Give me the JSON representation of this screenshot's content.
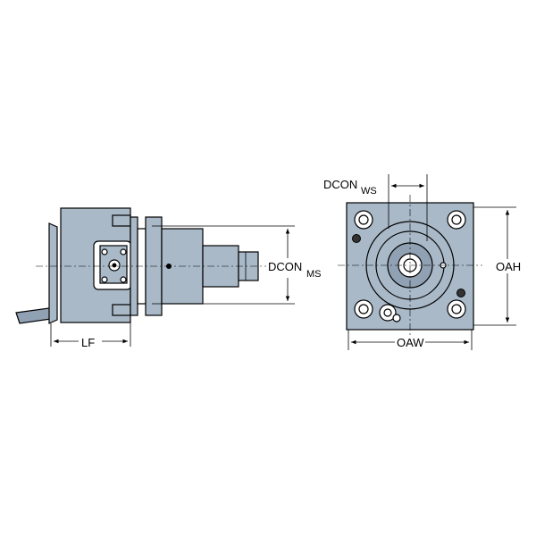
{
  "labels": {
    "lf": "LF",
    "dcon_ms_main": "DCON",
    "dcon_ms_sub": "MS",
    "dcon_ws_main": "DCON",
    "dcon_ws_sub": "WS",
    "oah": "OAH",
    "oaw": "OAW"
  }
}
